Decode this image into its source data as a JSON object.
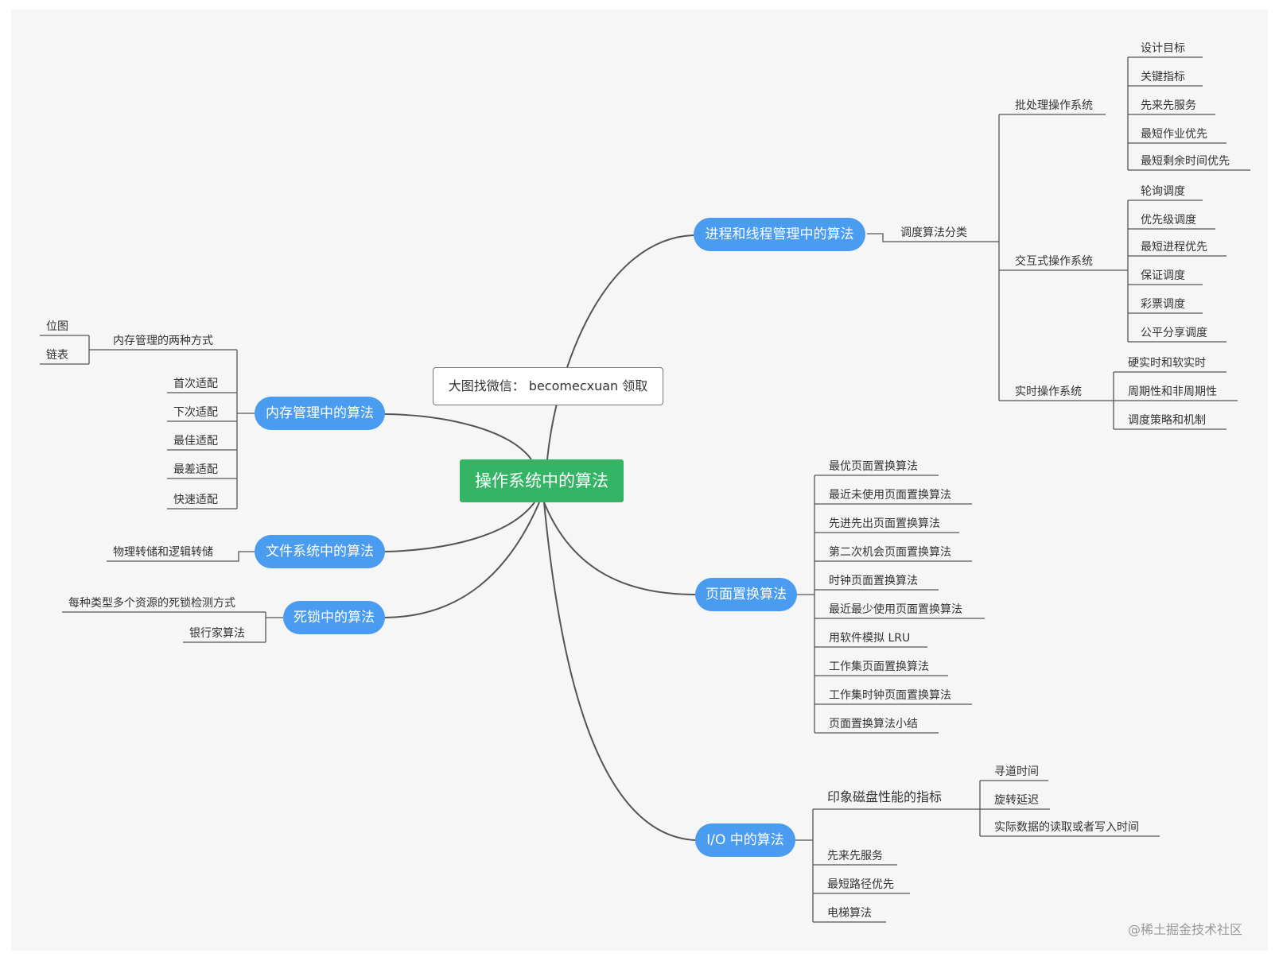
{
  "root": "操作系统中的算法",
  "note": "大图找微信：  becomecxuan 领取",
  "watermark": "@稀土掘金技术社区",
  "colors": {
    "root": "#35b466",
    "branch": "#4a9cf0",
    "line": "#555555",
    "canvas": "#f6f6f6"
  },
  "process": {
    "label": "进程和线程管理中的算法",
    "sub": "调度算法分类",
    "groups": [
      {
        "label": "批处理操作系统",
        "items": [
          "设计目标",
          "关键指标",
          "先来先服务",
          "最短作业优先",
          "最短剩余时间优先"
        ]
      },
      {
        "label": "交互式操作系统",
        "items": [
          "轮询调度",
          "优先级调度",
          "最短进程优先",
          "保证调度",
          "彩票调度",
          "公平分享调度"
        ]
      },
      {
        "label": "实时操作系统",
        "items": [
          "硬实时和软实时",
          "周期性和非周期性",
          "调度策略和机制"
        ]
      }
    ]
  },
  "memory": {
    "label": "内存管理中的算法",
    "two_ways": {
      "label": "内存管理的两种方式",
      "items": [
        "位图",
        "链表"
      ]
    },
    "items": [
      "首次适配",
      "下次适配",
      "最佳适配",
      "最差适配",
      "快速适配"
    ]
  },
  "file": {
    "label": "文件系统中的算法",
    "items": [
      "物理转储和逻辑转储"
    ]
  },
  "deadlock": {
    "label": "死锁中的算法",
    "items": [
      "每种类型多个资源的死锁检测方式",
      "银行家算法"
    ]
  },
  "page": {
    "label": "页面置换算法",
    "items": [
      "最优页面置换算法",
      "最近未使用页面置换算法",
      "先进先出页面置换算法",
      "第二次机会页面置换算法",
      "时钟页面置换算法",
      "最近最少使用页面置换算法",
      "用软件模拟 LRU",
      "工作集页面置换算法",
      "工作集时钟页面置换算法",
      "页面置换算法小结"
    ]
  },
  "io": {
    "label": "I/O 中的算法",
    "disk": {
      "label": "印象磁盘性能的指标",
      "items": [
        "寻道时间",
        "旋转延迟",
        "实际数据的读取或者写入时间"
      ]
    },
    "items": [
      "先来先服务",
      "最短路径优先",
      "电梯算法"
    ]
  }
}
